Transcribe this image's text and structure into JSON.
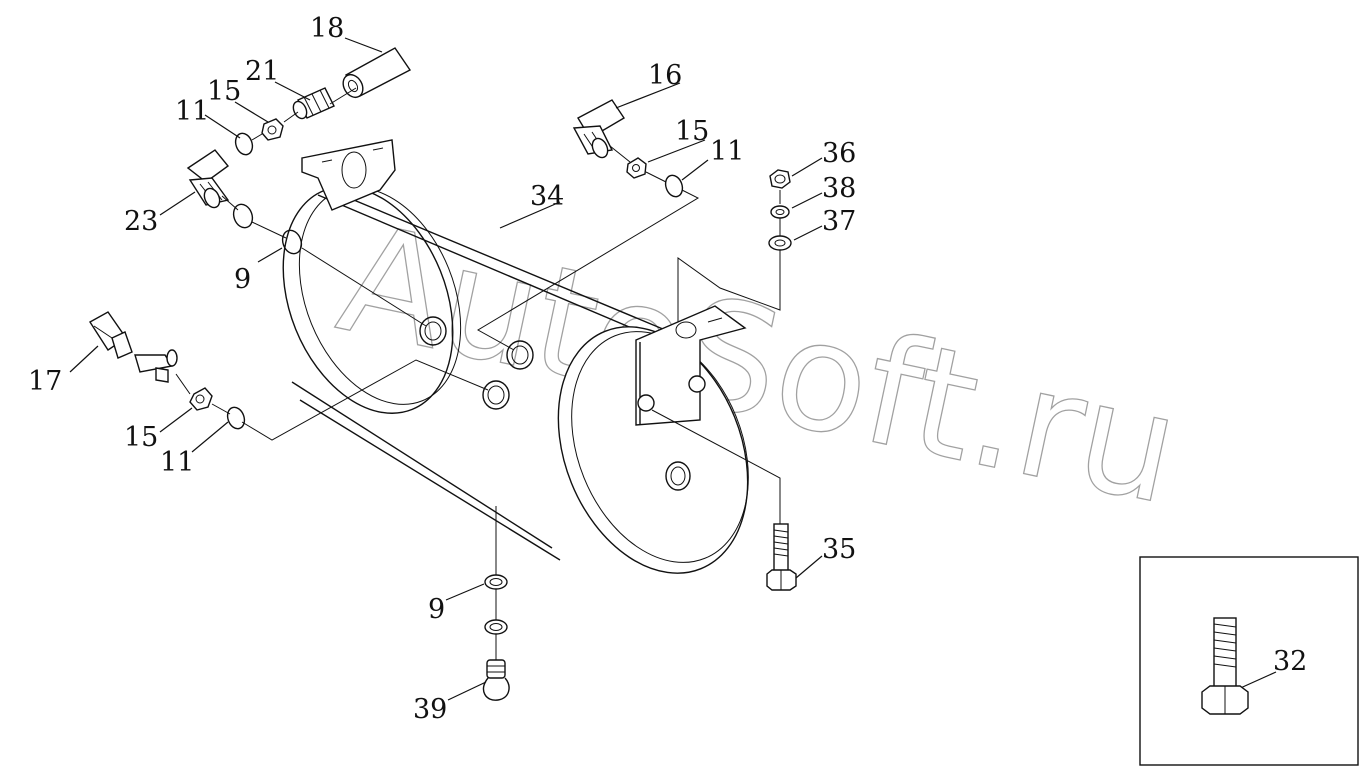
{
  "watermark": "AutoSoft.ru",
  "callouts": {
    "c18": "18",
    "c21": "21",
    "c15a": "15",
    "c11a": "11",
    "c23": "23",
    "c9a": "9",
    "c16": "16",
    "c15b": "15",
    "c11b": "11",
    "c34": "34",
    "c36": "36",
    "c38": "38",
    "c37": "37",
    "c17": "17",
    "c15c": "15",
    "c11c": "11",
    "c35": "35",
    "c9b": "9",
    "c39": "39",
    "c32": "32"
  }
}
